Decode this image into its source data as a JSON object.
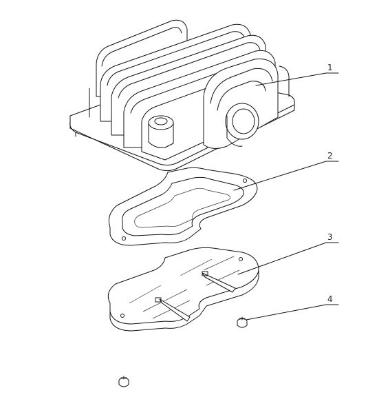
{
  "callouts": [
    {
      "label": "1"
    },
    {
      "label": "2"
    },
    {
      "label": "3"
    },
    {
      "label": "4"
    }
  ],
  "colors": {
    "line": "#111111",
    "background": "#ffffff"
  }
}
